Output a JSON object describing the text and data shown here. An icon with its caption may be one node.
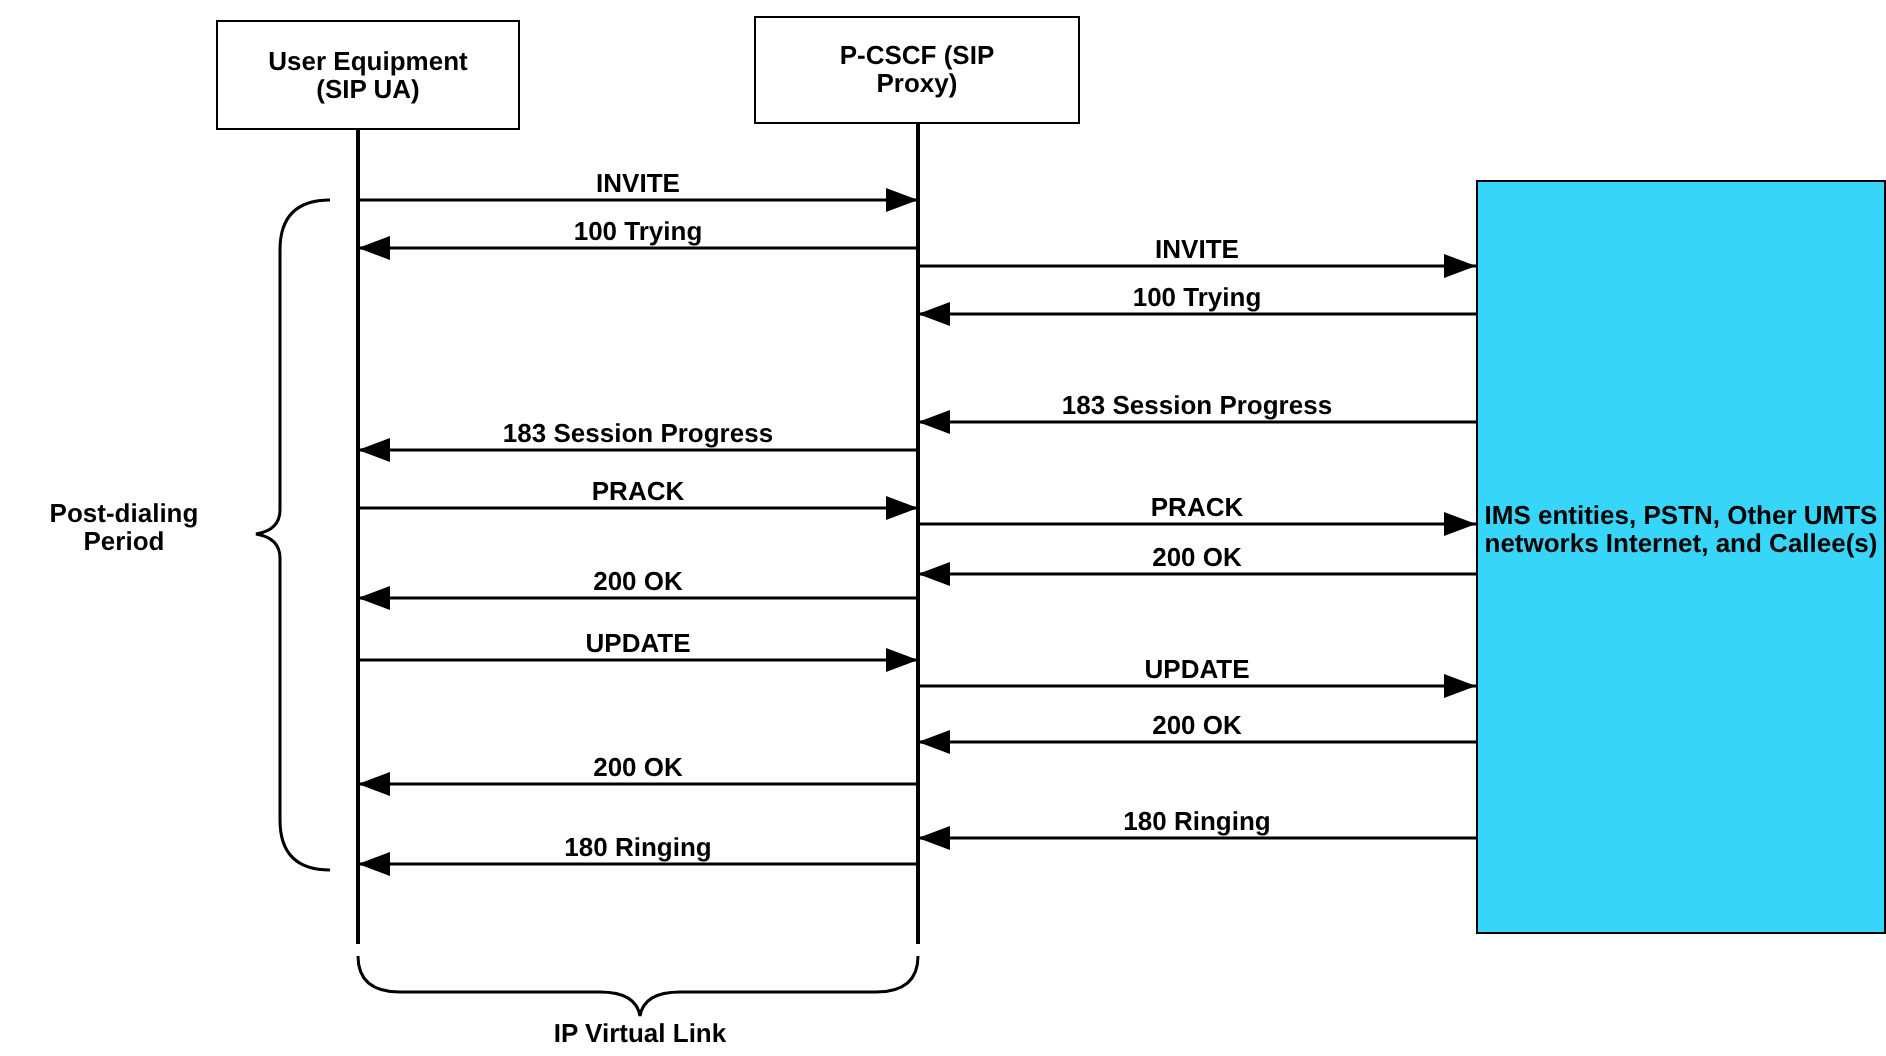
{
  "diagram": {
    "nodes": [
      {
        "text": [
          "User Equipment (SIP UA)"
        ]
      },
      {
        "text": [
          "P-CSCF (SIP Proxy)"
        ]
      },
      {
        "text": [
          "IMS entities, PSTN, Other UMTS networks Internet, and Callee(s)"
        ]
      }
    ],
    "edges": [
      {
        "from": 0,
        "to": 1,
        "arrow": "to",
        "label": "INVITE"
      },
      {
        "from": 1,
        "to": 0,
        "arrow": "to",
        "label": "100 Trying"
      },
      {
        "from": 1,
        "to": 2,
        "arrow": "to",
        "label": "INVITE"
      },
      {
        "from": 2,
        "to": 1,
        "arrow": "to",
        "label": "100 Trying"
      },
      {
        "from": 2,
        "to": 1,
        "arrow": "to",
        "label": "183 Session Progress"
      },
      {
        "from": 1,
        "to": 0,
        "arrow": "to",
        "label": "183 Session Progress"
      },
      {
        "from": 0,
        "to": 1,
        "arrow": "to",
        "label": "PRACK"
      },
      {
        "from": 1,
        "to": 2,
        "arrow": "to",
        "label": "PRACK"
      },
      {
        "from": 2,
        "to": 1,
        "arrow": "to",
        "label": "200 OK"
      },
      {
        "from": 1,
        "to": 0,
        "arrow": "to",
        "label": "200 OK"
      },
      {
        "from": 0,
        "to": 1,
        "arrow": "to",
        "label": "UPDATE"
      },
      {
        "from": 1,
        "to": 2,
        "arrow": "to",
        "label": "UPDATE"
      },
      {
        "from": 2,
        "to": 1,
        "arrow": "to",
        "label": "200 OK"
      },
      {
        "from": 1,
        "to": 0,
        "arrow": "to",
        "label": "200 OK"
      },
      {
        "from": 2,
        "to": 1,
        "arrow": "to",
        "label": "180 Ringing"
      },
      {
        "from": 1,
        "to": 0,
        "arrow": "to",
        "label": "180 Ringing"
      }
    ],
    "labels": [
      "Post-dialing Period",
      "IP Virtual Link"
    ]
  }
}
